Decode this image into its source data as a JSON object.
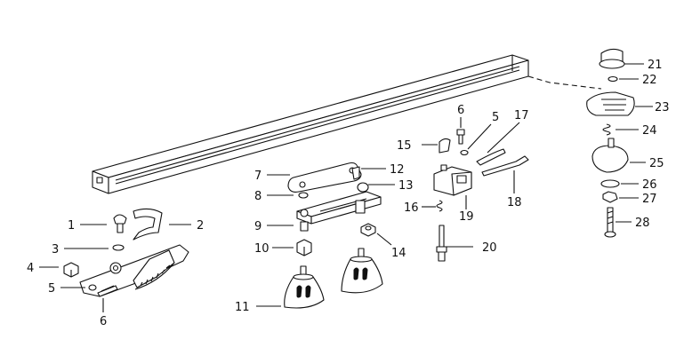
{
  "diagram": {
    "callouts": [
      {
        "id": "1",
        "text": "1"
      },
      {
        "id": "2",
        "text": "2"
      },
      {
        "id": "3",
        "text": "3"
      },
      {
        "id": "4",
        "text": "4"
      },
      {
        "id": "5a",
        "text": "5"
      },
      {
        "id": "6a",
        "text": "6"
      },
      {
        "id": "7",
        "text": "7"
      },
      {
        "id": "8",
        "text": "8"
      },
      {
        "id": "9",
        "text": "9"
      },
      {
        "id": "10",
        "text": "10"
      },
      {
        "id": "11",
        "text": "11"
      },
      {
        "id": "12",
        "text": "12"
      },
      {
        "id": "13",
        "text": "13"
      },
      {
        "id": "14",
        "text": "14"
      },
      {
        "id": "6b",
        "text": "6"
      },
      {
        "id": "5b",
        "text": "5"
      },
      {
        "id": "15",
        "text": "15"
      },
      {
        "id": "16",
        "text": "16"
      },
      {
        "id": "17",
        "text": "17"
      },
      {
        "id": "18",
        "text": "18"
      },
      {
        "id": "19",
        "text": "19"
      },
      {
        "id": "20",
        "text": "20"
      },
      {
        "id": "21",
        "text": "21"
      },
      {
        "id": "22",
        "text": "22"
      },
      {
        "id": "23",
        "text": "23"
      },
      {
        "id": "24",
        "text": "24"
      },
      {
        "id": "25",
        "text": "25"
      },
      {
        "id": "26",
        "text": "26"
      },
      {
        "id": "27",
        "text": "27"
      },
      {
        "id": "28",
        "text": "28"
      }
    ]
  },
  "colors": {
    "line": "#111111",
    "background": "#ffffff"
  }
}
